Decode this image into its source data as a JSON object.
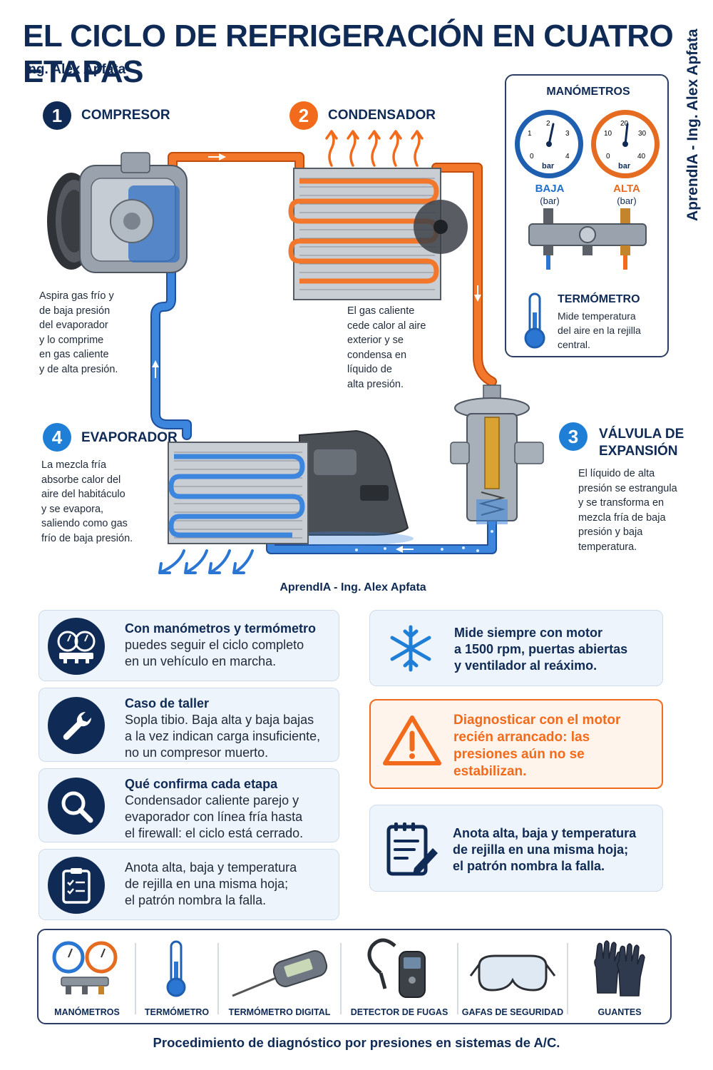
{
  "header": {
    "title": "EL CICLO DE REFRIGERACIÓN EN CUATRO ETAPAS",
    "author": "Ing. Alex Apfata",
    "side_credit": "AprendIA - Ing. Alex Apfata"
  },
  "steps": [
    {
      "number": "1",
      "label": "COMPRESOR",
      "desc": [
        "Aspira gas frío y",
        "de baja presión",
        "del evaporador",
        "y lo comprime",
        "en gas caliente",
        "y de alta presión."
      ]
    },
    {
      "number": "2",
      "label": "CONDENSADOR",
      "desc": [
        "El gas caliente",
        "cede calor al aire",
        "exterior y se",
        "condensa en",
        "líquido de",
        "alta presión."
      ]
    },
    {
      "number": "3",
      "label_line1": "VÁLVULA DE",
      "label_line2": "EXPANSIÓN",
      "desc": [
        "El líquido de alta",
        "presión se estrangula",
        "y se transforma en",
        "mezcla fría de baja",
        "presión y baja",
        "temperatura."
      ]
    },
    {
      "number": "4",
      "label": "EVAPORADOR",
      "desc": [
        "La mezcla fría",
        "absorbe calor del",
        "aire del habitáculo",
        "y se evapora,",
        "saliendo como gas",
        "frío de baja presión."
      ]
    }
  ],
  "instruments": {
    "title": "MANÓMETROS",
    "low_gauge": {
      "ticks": [
        "0",
        "1",
        "2",
        "3",
        "4"
      ],
      "unit": "bar",
      "label": "BAJA",
      "sub": "(bar)"
    },
    "high_gauge": {
      "ticks": [
        "0",
        "10",
        "20",
        "30",
        "40"
      ],
      "unit": "bar",
      "label": "ALTA",
      "sub": "(bar)"
    },
    "thermometer_title": "TERMÓMETRO",
    "thermometer_desc": [
      "Mide temperatura",
      "del aire en la rejilla",
      "central."
    ]
  },
  "diagram_credit": "AprendIA - Ing. Alex Apfata",
  "cards_left": [
    {
      "icon": "gauges-icon",
      "title": "Con manómetros y termómetro",
      "lines": [
        "puedes seguir el ciclo completo",
        "en un vehículo en marcha."
      ]
    },
    {
      "icon": "wrench-icon",
      "title": "Caso de taller",
      "lines": [
        "Sopla tibio. Baja alta y baja bajas",
        "a la vez indican carga insuficiente,",
        "no un compresor muerto."
      ]
    },
    {
      "icon": "magnifier-icon",
      "title": "Qué confirma cada etapa",
      "lines": [
        "Condensador caliente parejo y",
        "evaporador con línea fría hasta",
        "el firewall: el ciclo está cerrado."
      ]
    },
    {
      "icon": "clipboard-icon",
      "title": "",
      "lines": [
        "Anota alta, baja y temperatura",
        "de rejilla en una misma hoja;",
        "el patrón nombra la falla."
      ]
    }
  ],
  "cards_right": [
    {
      "icon": "snowflake-icon",
      "lines": [
        "Mide siempre con motor",
        "a 1500 rpm, puertas abiertas",
        "y ventilador al reáximo."
      ]
    },
    {
      "icon": "warning-icon",
      "lines": [
        "Diagnosticar con el motor",
        "recién arrancado: las",
        "presiones aún no se",
        "estabilizan."
      ]
    },
    {
      "icon": "notepad-icon",
      "lines": [
        "Anota alta, baja y temperatura",
        "de rejilla en una misma hoja;",
        "el patrón nombra la falla."
      ]
    }
  ],
  "tools": [
    "MANÓMETROS",
    "TERMÓMETRO",
    "TERMÓMETRO DIGITAL",
    "DETECTOR DE FUGAS",
    "GAFAS DE SEGURIDAD",
    "GUANTES"
  ],
  "footer": "Procedimiento de diagnóstico por presiones en sistemas de A/C.",
  "colors": {
    "navy": "#0e2a55",
    "hot": "#f26a1b",
    "cold": "#2a76d2",
    "card_bg": "#eef4fb"
  }
}
